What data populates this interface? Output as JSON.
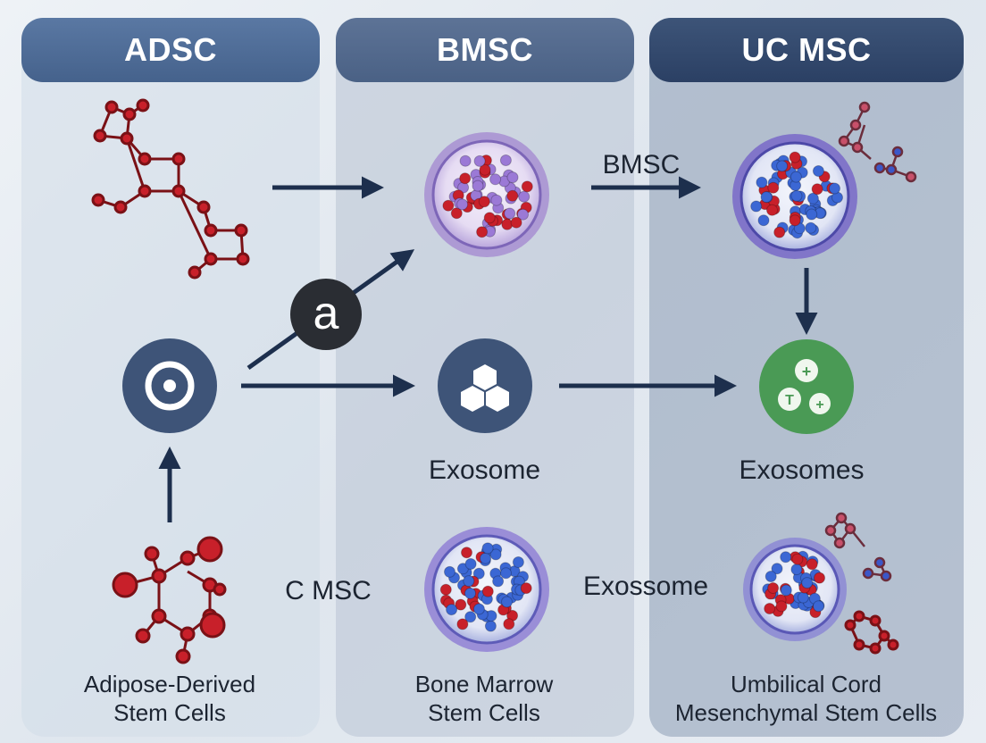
{
  "headers": {
    "col1": "ADSC",
    "col2": "BMSC",
    "col3": "UC MSC"
  },
  "labels": {
    "arrow_label": "BMSC",
    "exosome": "Exosome",
    "exosomes": "Exosomes",
    "c_msc": "C MSC",
    "exossome": "Exossome",
    "badge_letter": "a"
  },
  "captions": {
    "col1_line1": "Adipose-Derived",
    "col1_line2": "Stem Cells",
    "col2_line1": "Bone Marrow",
    "col2_line2": "Stem Cells",
    "col3_line1": "Umbilical Cord",
    "col3_line2": "Mesenchymal Stem Cells"
  },
  "colors": {
    "arrow": "#1d2f4d",
    "molecule_red": "#c8202a",
    "cell_purple": "#8a6fc6",
    "cell_blue": "#3b67d4",
    "exosome_dark": "#3e5478",
    "exosome_green": "#4a9a55"
  },
  "icons": [
    "molecule-icon",
    "swirl-icon",
    "hexagon-cluster-icon",
    "plus-exosome-icon",
    "cell-icon"
  ]
}
